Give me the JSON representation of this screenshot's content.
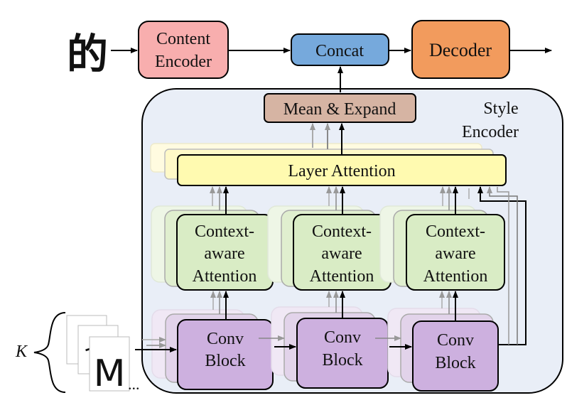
{
  "input_glyph": "的",
  "content_encoder": {
    "line1": "Content",
    "line2": "Encoder"
  },
  "concat": "Concat",
  "decoder": "Decoder",
  "mean_expand": "Mean & Expand",
  "style_encoder": {
    "line1": "Style",
    "line2": "Encoder"
  },
  "layer_attention": "Layer Attention",
  "context_attention": {
    "line1": "Context-",
    "line2": "aware",
    "line3": "Attention"
  },
  "conv_block": {
    "line1": "Conv",
    "line2": "Block"
  },
  "k_label": "K",
  "reference_glyphs": [
    "也",
    "M"
  ],
  "ellipsis": "...",
  "colors": {
    "content_encoder": "#f8aeae",
    "concat": "#76a9dc",
    "decoder": "#f29b5d",
    "mean_expand": "#d6b4a3",
    "style_encoder_bg": "#e9eef7",
    "layer_attention": "#fffab0",
    "context_attention": "#d9ecc5",
    "conv_block": "#cdb0df"
  }
}
